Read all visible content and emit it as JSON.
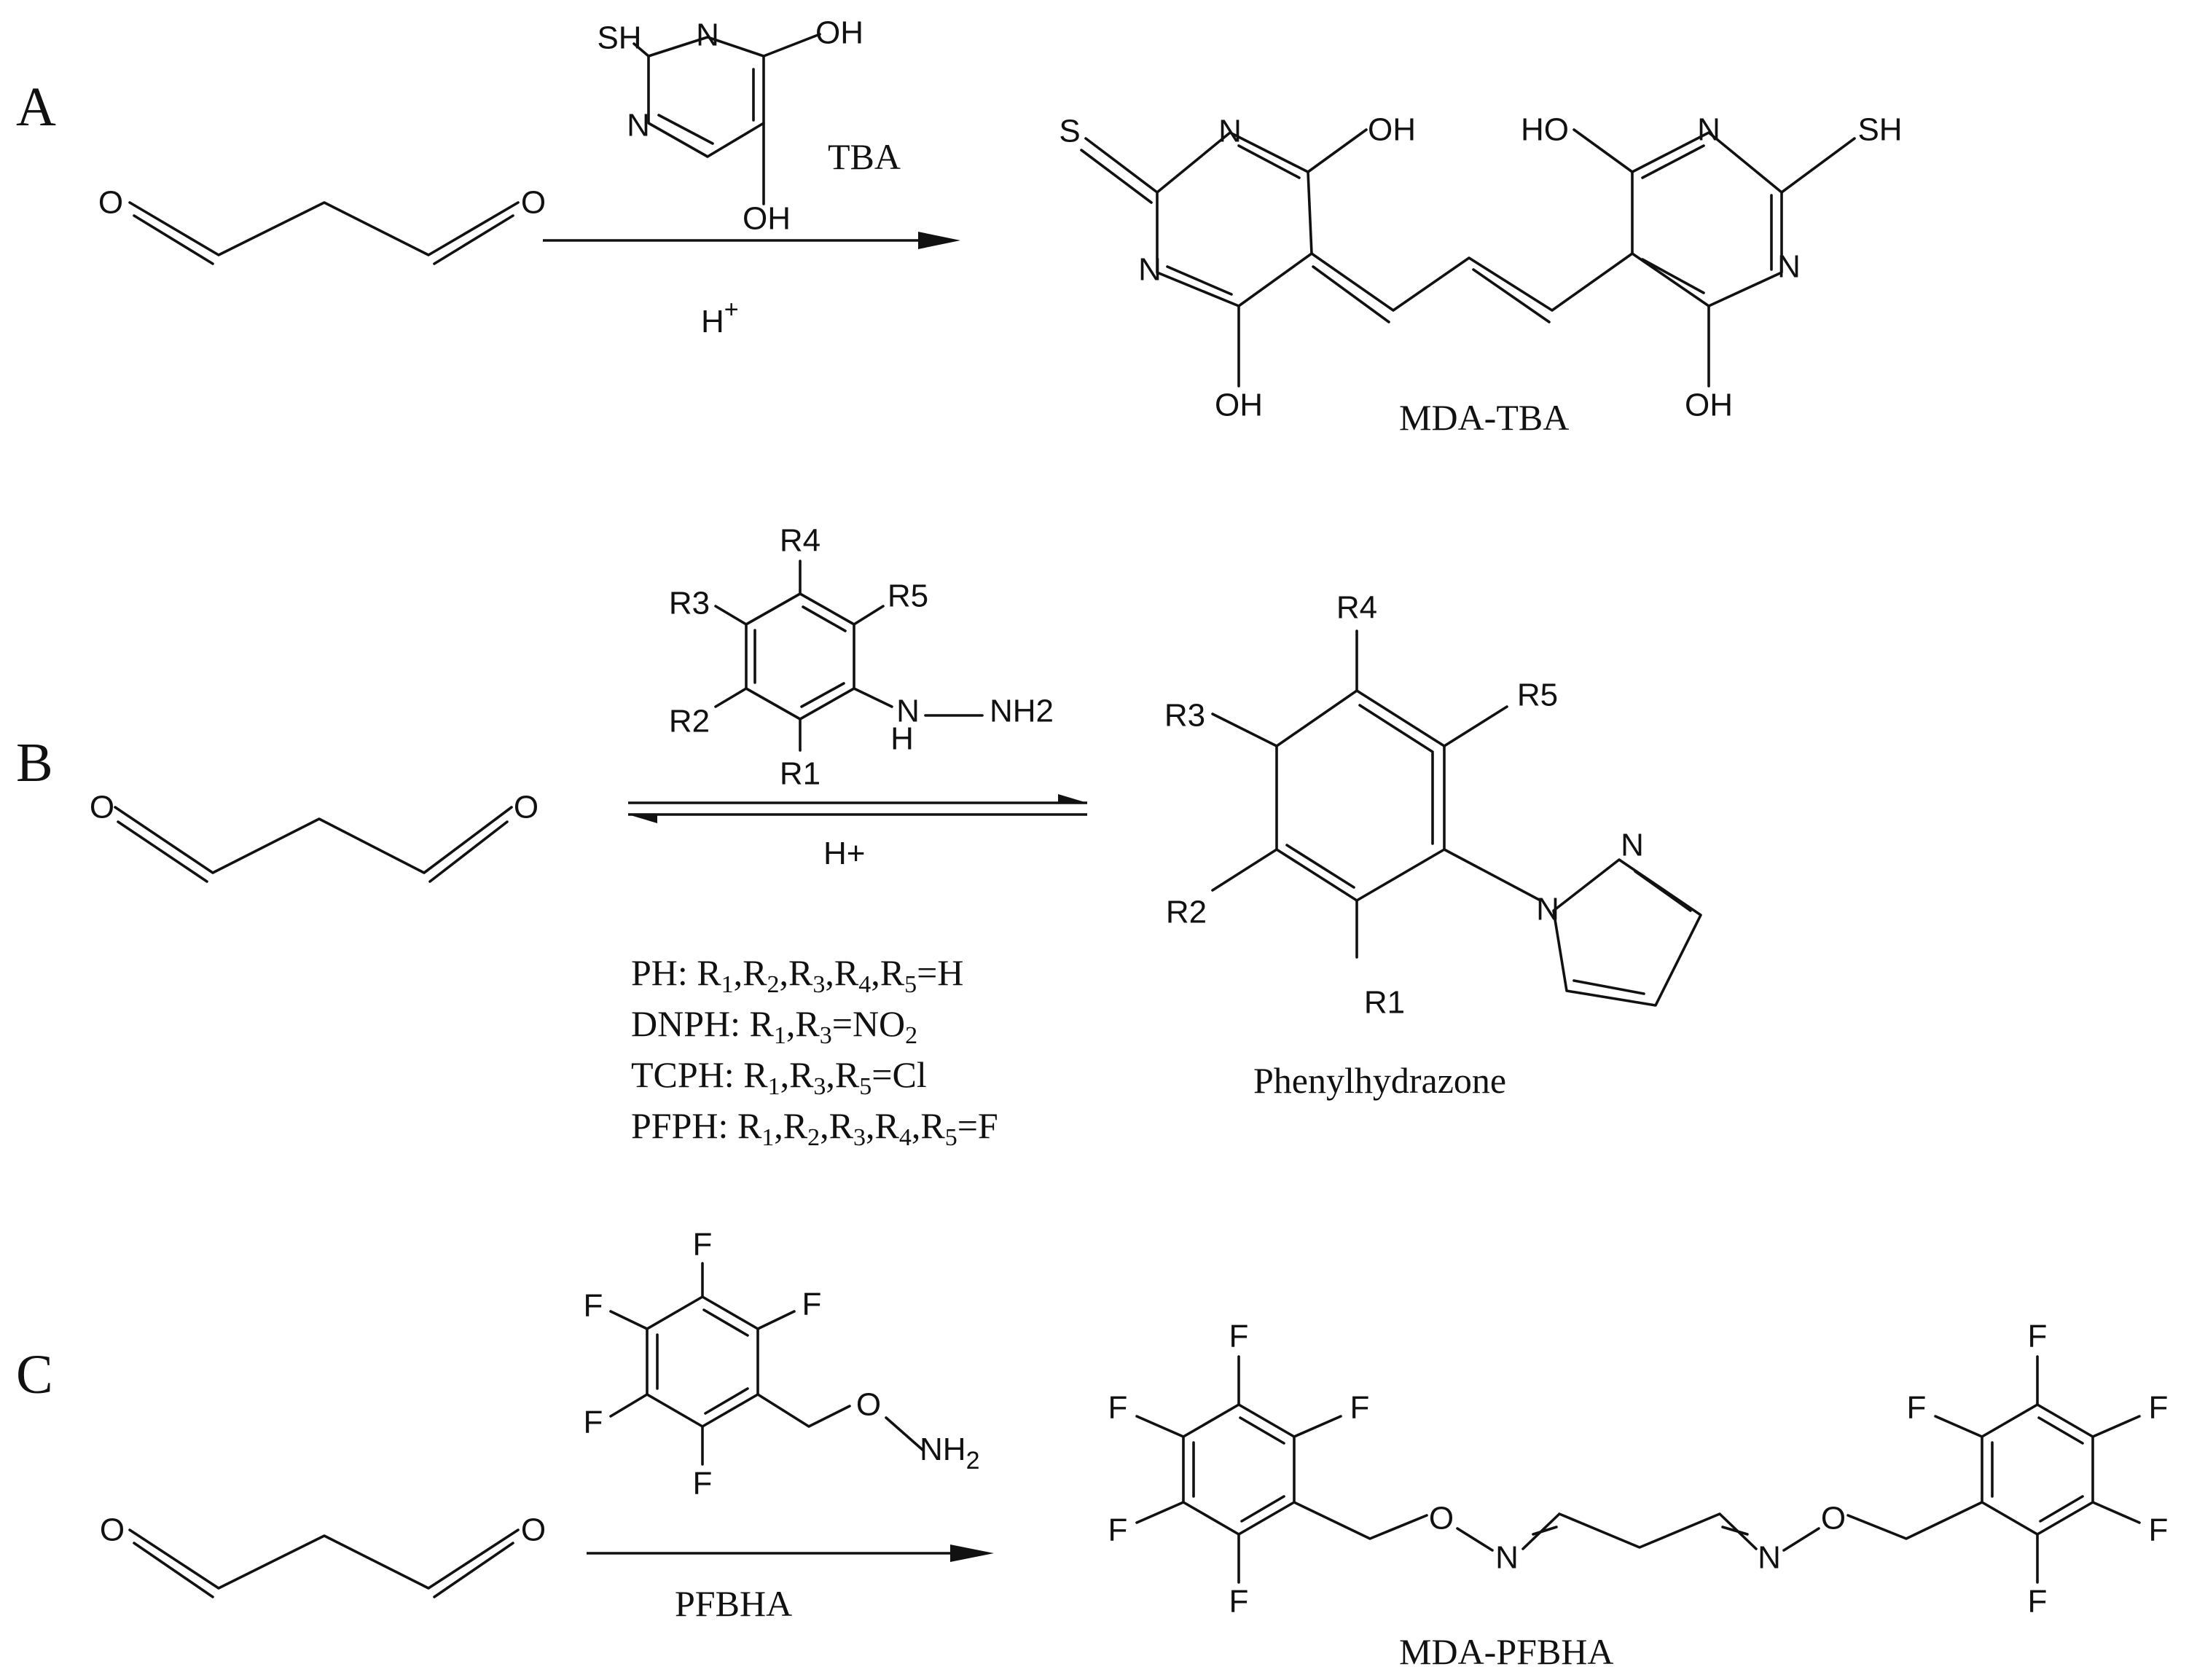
{
  "panels": {
    "a": {
      "letter": "A",
      "reagent": "TBA",
      "condition": "H",
      "condition_sup": "+",
      "product": "MDA-TBA",
      "atoms": {
        "oxygen": "O",
        "thiol": "SH",
        "hydroxyl": "OH",
        "nitrogen": "N",
        "sulfur": "S",
        "hydroxyl_left": "HO"
      }
    },
    "b": {
      "letter": "B",
      "condition": "H+",
      "product": "Phenylhydrazone",
      "atoms": {
        "oxygen": "O",
        "r1": "R1",
        "r2": "R2",
        "r3": "R3",
        "r4": "R4",
        "r5": "R5",
        "amine_h": "H",
        "amine_n": "N",
        "nh2": "NH2",
        "pyrazole_n": "N"
      },
      "reagents": [
        {
          "name": "PH:",
          "subs": [
            "R",
            "1",
            ",R",
            "2",
            ",R",
            "3",
            ",R",
            "4",
            ",R",
            "5",
            "=H"
          ]
        },
        {
          "name": "DNPH:",
          "subs": [
            "R",
            "1",
            ",R",
            "3",
            "=NO",
            "2",
            ""
          ]
        },
        {
          "name": "TCPH:",
          "subs": [
            "R",
            "1",
            ",R",
            "3",
            ",R",
            "5",
            "=Cl"
          ]
        },
        {
          "name": "PFPH:",
          "subs": [
            "R",
            "1",
            ",R",
            "2",
            ",R",
            "3",
            ",R",
            "4",
            ",R",
            "5",
            "=F"
          ]
        }
      ]
    },
    "c": {
      "letter": "C",
      "reagent": "PFBHA",
      "product": "MDA-PFBHA",
      "atoms": {
        "oxygen": "O",
        "fluorine": "F",
        "nh2_n": "NH",
        "nh2_sub": "2",
        "nitrogen": "N"
      }
    }
  }
}
